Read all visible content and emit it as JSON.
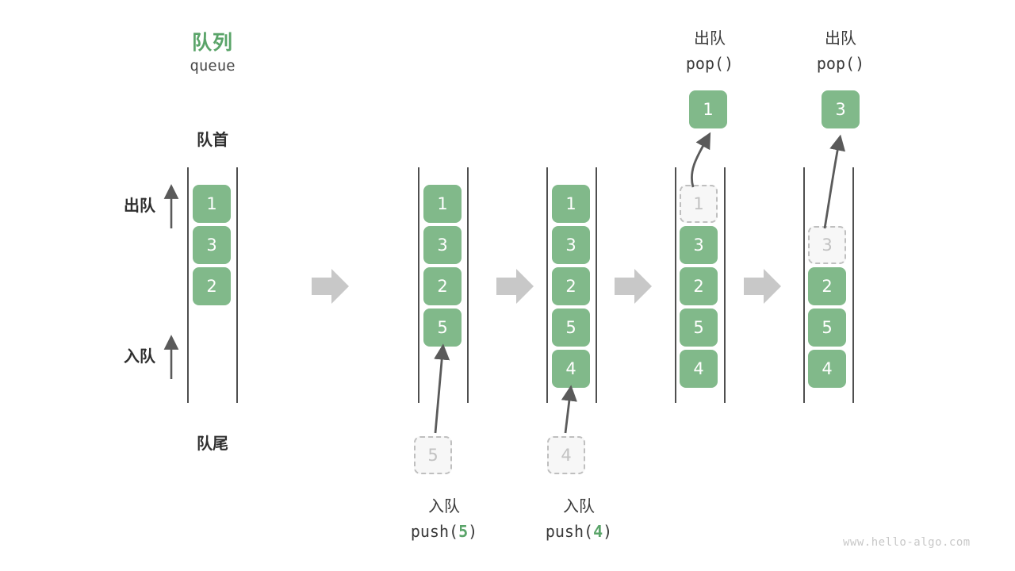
{
  "meta": {
    "watermark": "www.hello-algo.com",
    "accent_green": "#5aa469",
    "cell_green": "#81b98a",
    "ghost_gray": "#c2c2c2",
    "arrow_gray": "#5a5a5a",
    "block_arrow_gray": "#c8c8c8"
  },
  "header": {
    "title_cn": "队列",
    "title_en": "queue"
  },
  "annotations": {
    "front_label": "队首",
    "rear_label": "队尾",
    "dequeue_label": "出队",
    "enqueue_label": "入队"
  },
  "steps": [
    {
      "id": "initial",
      "cells": [
        "1",
        "3",
        "2"
      ],
      "ghost_cell": null,
      "input_cell": null,
      "popped_cell": null,
      "caption_cn": "",
      "caption_code": "",
      "caption_arg": ""
    },
    {
      "id": "push-5",
      "cells": [
        "1",
        "3",
        "2",
        "5"
      ],
      "ghost_cell": null,
      "input_cell": "5",
      "popped_cell": null,
      "caption_cn": "入队",
      "caption_code_prefix": "push(",
      "caption_arg": "5",
      "caption_code_suffix": ")"
    },
    {
      "id": "push-4",
      "cells": [
        "1",
        "3",
        "2",
        "5",
        "4"
      ],
      "ghost_cell": null,
      "input_cell": "4",
      "popped_cell": null,
      "caption_cn": "入队",
      "caption_code_prefix": "push(",
      "caption_arg": "4",
      "caption_code_suffix": ")"
    },
    {
      "id": "pop-1",
      "cells": [
        "3",
        "2",
        "5",
        "4"
      ],
      "ghost_cell": "1",
      "input_cell": null,
      "popped_cell": "1",
      "caption_cn": "出队",
      "caption_code_prefix": "pop(",
      "caption_arg": "",
      "caption_code_suffix": ")"
    },
    {
      "id": "pop-3",
      "cells": [
        "2",
        "5",
        "4"
      ],
      "ghost_cell": "3",
      "input_cell": null,
      "popped_cell": "3",
      "caption_cn": "出队",
      "caption_code_prefix": "pop(",
      "caption_arg": "",
      "caption_code_suffix": ")"
    }
  ],
  "flow_arrows": [
    {
      "name": "flow-arrow-1"
    },
    {
      "name": "flow-arrow-2"
    },
    {
      "name": "flow-arrow-3"
    },
    {
      "name": "flow-arrow-4"
    }
  ]
}
